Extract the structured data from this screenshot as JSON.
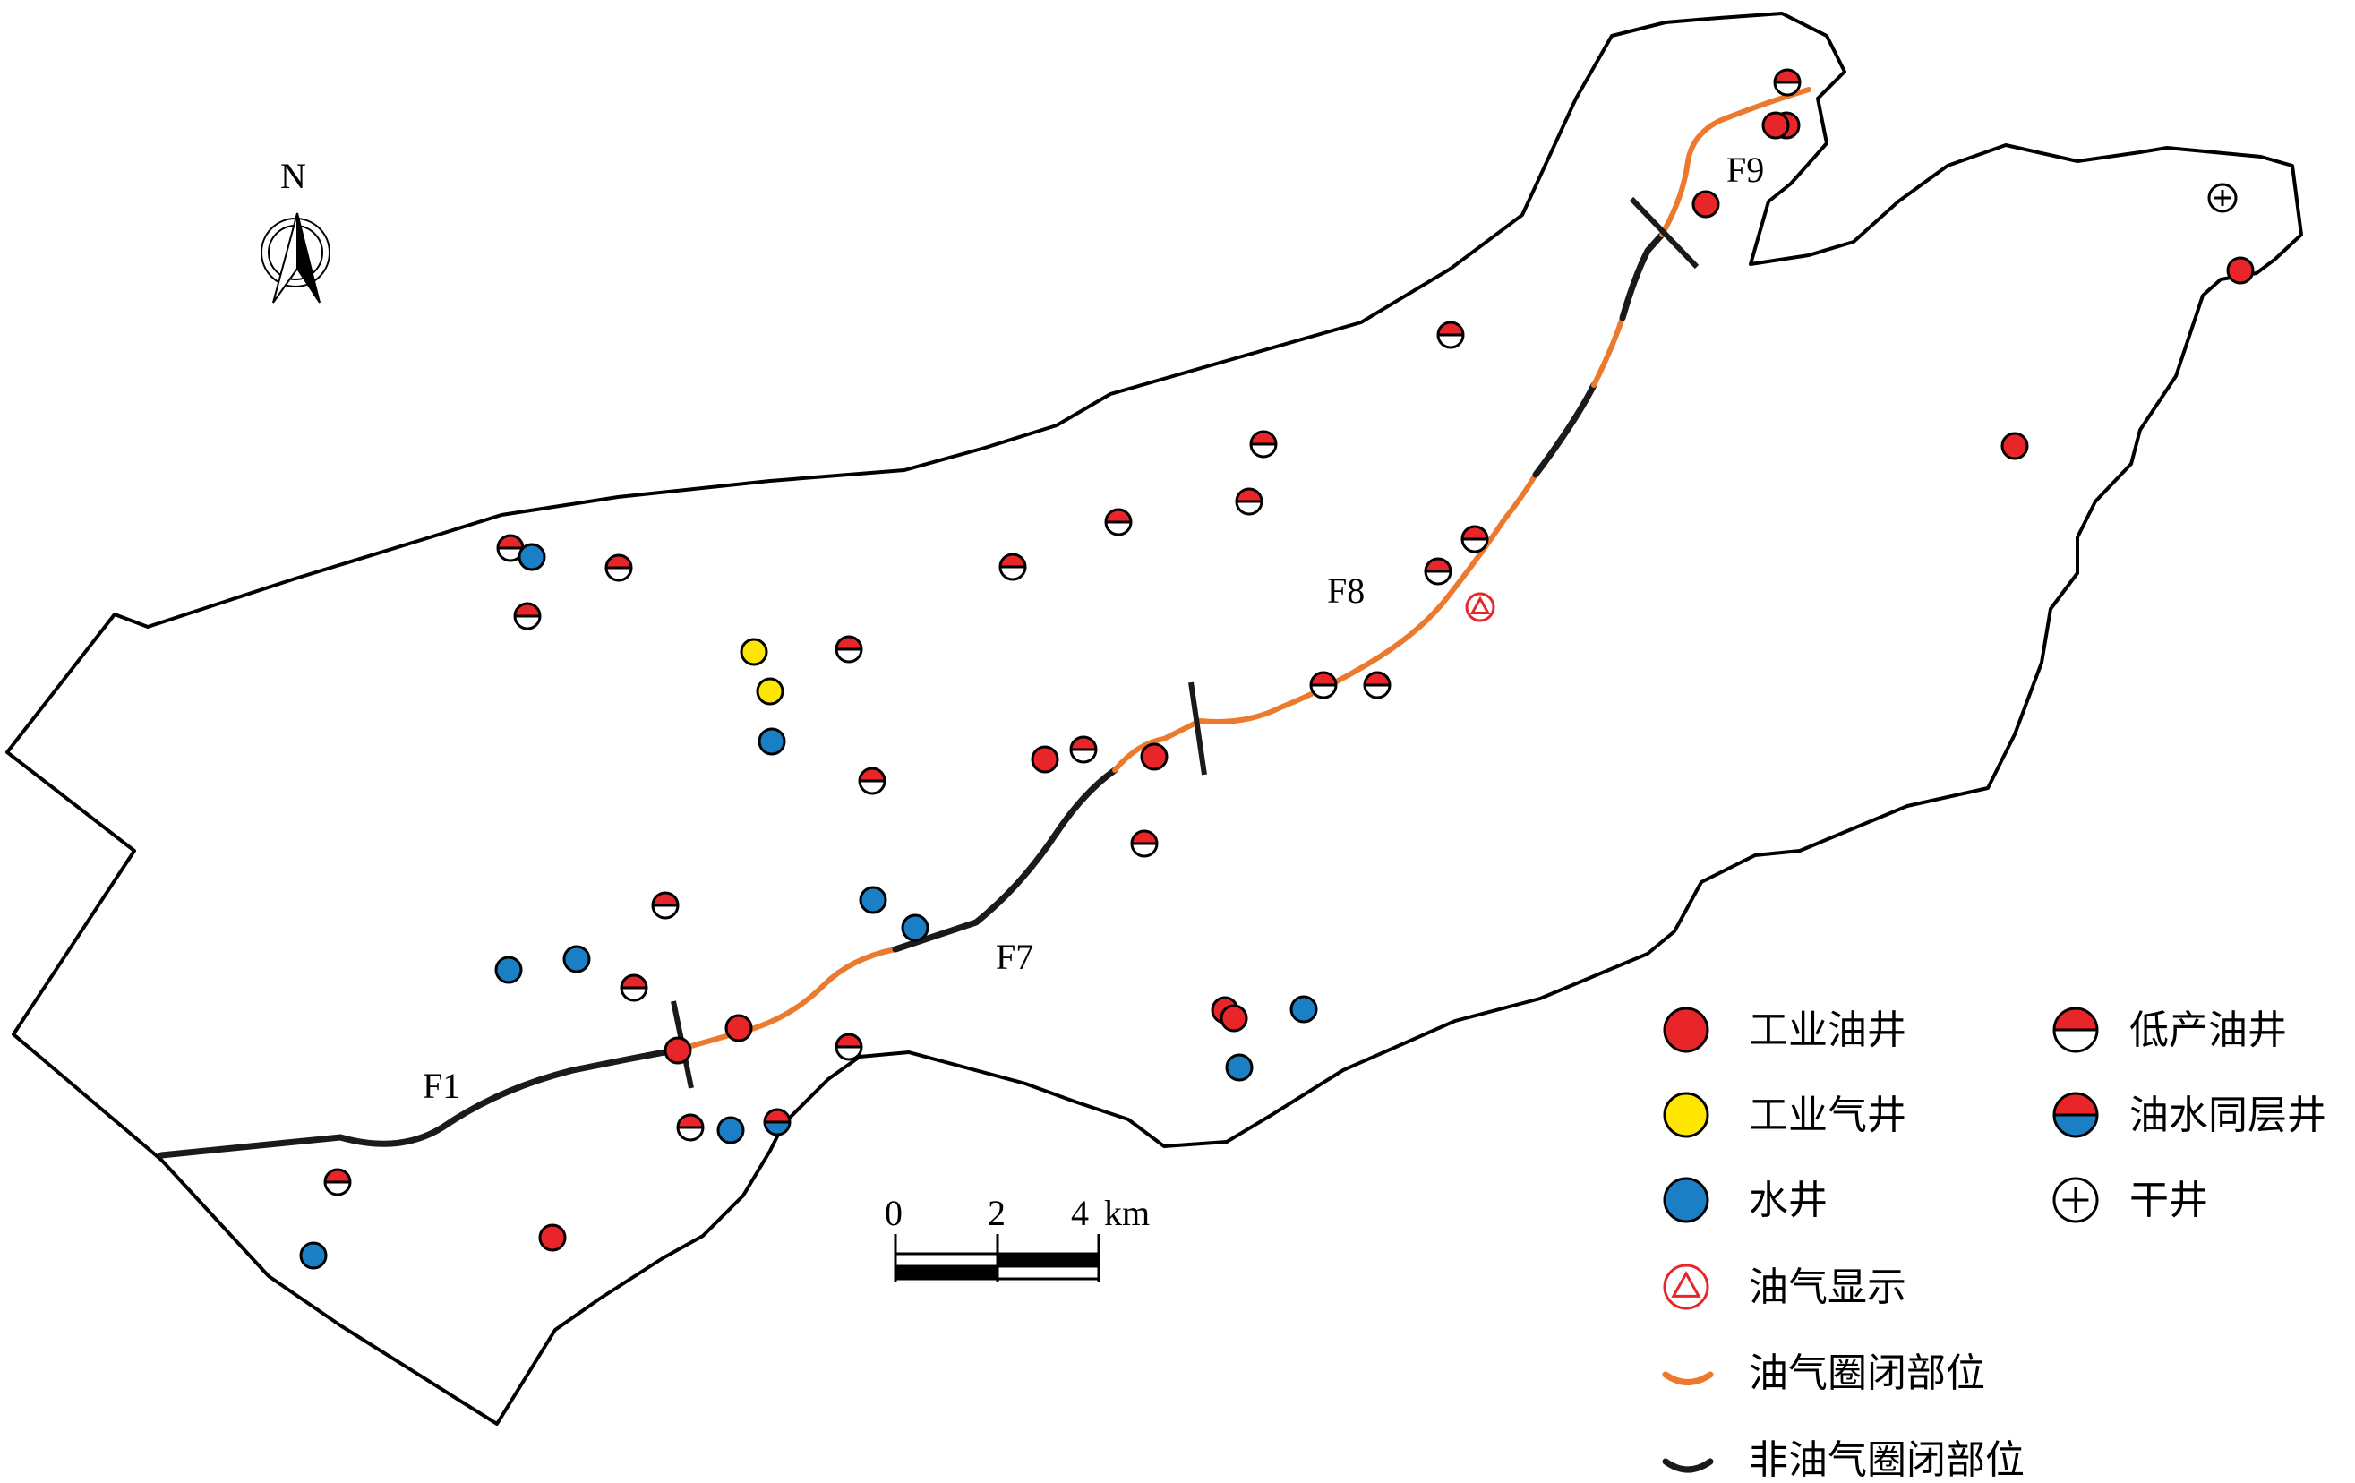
{
  "north": {
    "label": "N"
  },
  "faults": [
    "F1",
    "F7",
    "F8",
    "F9"
  ],
  "scale_bar": {
    "ticks": [
      "0",
      "2",
      "4"
    ],
    "unit": "km"
  },
  "legend": {
    "industrial_oil_well": "工业油井",
    "low_yield_oil_well": "低产油井",
    "industrial_gas_well": "工业气井",
    "oil_water_well": "油水同层井",
    "water_well": "水井",
    "dry_well": "干井",
    "oil_gas_show": "油气显示",
    "trap_section": "油气圈闭部位",
    "non_trap_section": "非油气圈闭部位"
  },
  "colors": {
    "oil": "#e8262a",
    "gas": "#ffe600",
    "water": "#1a7fc4",
    "trap_line": "#ec7a2e",
    "non_trap_line": "#1a1a1a",
    "outline": "#000000"
  },
  "wells": [
    {
      "type": "industrial_oil"
    },
    {
      "type": "industrial_oil"
    },
    {
      "type": "industrial_oil"
    },
    {
      "type": "industrial_oil"
    },
    {
      "type": "industrial_oil"
    },
    {
      "type": "industrial_oil"
    },
    {
      "type": "industrial_oil"
    },
    {
      "type": "industrial_oil"
    },
    {
      "type": "industrial_oil"
    },
    {
      "type": "industrial_oil"
    },
    {
      "type": "industrial_oil"
    },
    {
      "type": "industrial_oil"
    },
    {
      "type": "low_yield"
    },
    {
      "type": "low_yield"
    },
    {
      "type": "low_yield"
    },
    {
      "type": "low_yield"
    },
    {
      "type": "low_yield"
    },
    {
      "type": "low_yield"
    },
    {
      "type": "low_yield"
    },
    {
      "type": "low_yield"
    },
    {
      "type": "low_yield"
    },
    {
      "type": "low_yield"
    },
    {
      "type": "low_yield"
    },
    {
      "type": "low_yield"
    },
    {
      "type": "low_yield"
    },
    {
      "type": "low_yield"
    },
    {
      "type": "low_yield"
    },
    {
      "type": "low_yield"
    },
    {
      "type": "low_yield"
    },
    {
      "type": "low_yield"
    },
    {
      "type": "low_yield"
    },
    {
      "type": "low_yield"
    },
    {
      "type": "low_yield"
    },
    {
      "type": "low_yield"
    },
    {
      "type": "oil_water"
    },
    {
      "type": "gas"
    },
    {
      "type": "gas"
    },
    {
      "type": "water"
    },
    {
      "type": "water"
    },
    {
      "type": "water"
    },
    {
      "type": "water"
    },
    {
      "type": "water"
    },
    {
      "type": "water"
    },
    {
      "type": "water"
    },
    {
      "type": "water"
    },
    {
      "type": "water"
    },
    {
      "type": "water"
    },
    {
      "type": "dry"
    },
    {
      "type": "oil_gas_show"
    }
  ]
}
